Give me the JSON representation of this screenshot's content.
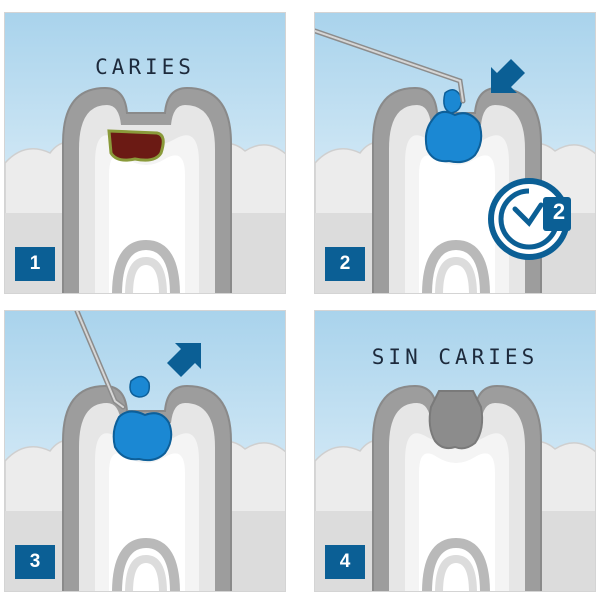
{
  "panels": [
    {
      "step": "1",
      "caption": "CARIES"
    },
    {
      "step": "2",
      "caption": ""
    },
    {
      "step": "3",
      "caption": ""
    },
    {
      "step": "4",
      "caption": "SIN CARIES"
    }
  ],
  "clock_badge": {
    "superscript": "2"
  },
  "colors": {
    "sky_top": "#a9d3ec",
    "sky_bottom": "#eaf5fb",
    "enamel": "#9d9d9d",
    "dentin": "#e6e6e6",
    "pulp": "#ffffff",
    "gum": "#dadada",
    "caries": "#6b1a14",
    "gel": "#1b88d3",
    "filling": "#8c8c8c",
    "badge": "#0b5f95"
  },
  "icons": [
    "dental-probe-icon",
    "arrow-down-left-icon",
    "arrow-up-right-icon",
    "clock-2-minutes-icon"
  ]
}
